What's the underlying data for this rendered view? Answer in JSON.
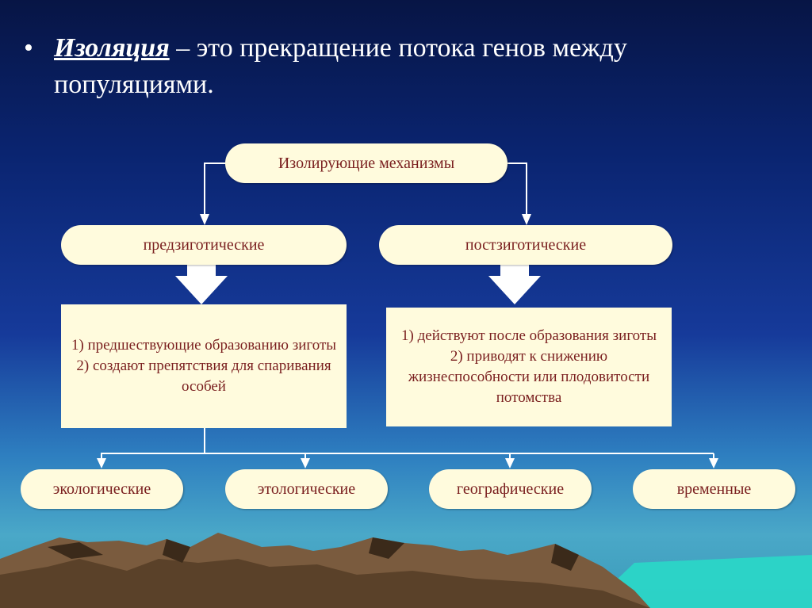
{
  "heading": {
    "bullet": "•",
    "term": "Изоляция",
    "definition": " – это прекращение потока генов между популяциями."
  },
  "diagram": {
    "root": "Изолирующие механизмы",
    "left": {
      "label": "предзиготические",
      "lines": [
        "1) предшествующие образованию зиготы",
        "2) создают препятствия для спаривания особей"
      ]
    },
    "right": {
      "label": "постзиготические",
      "lines": [
        "1) действуют после образования зиготы",
        "2) приводят к снижению жизнеспособности или плодовитости потомства"
      ]
    },
    "types": [
      "экологические",
      "этологические",
      "географические",
      "временные"
    ]
  },
  "colors": {
    "node_fill": "#fffbdd",
    "node_text": "#7a1f1f",
    "title_text": "#ffffff"
  }
}
